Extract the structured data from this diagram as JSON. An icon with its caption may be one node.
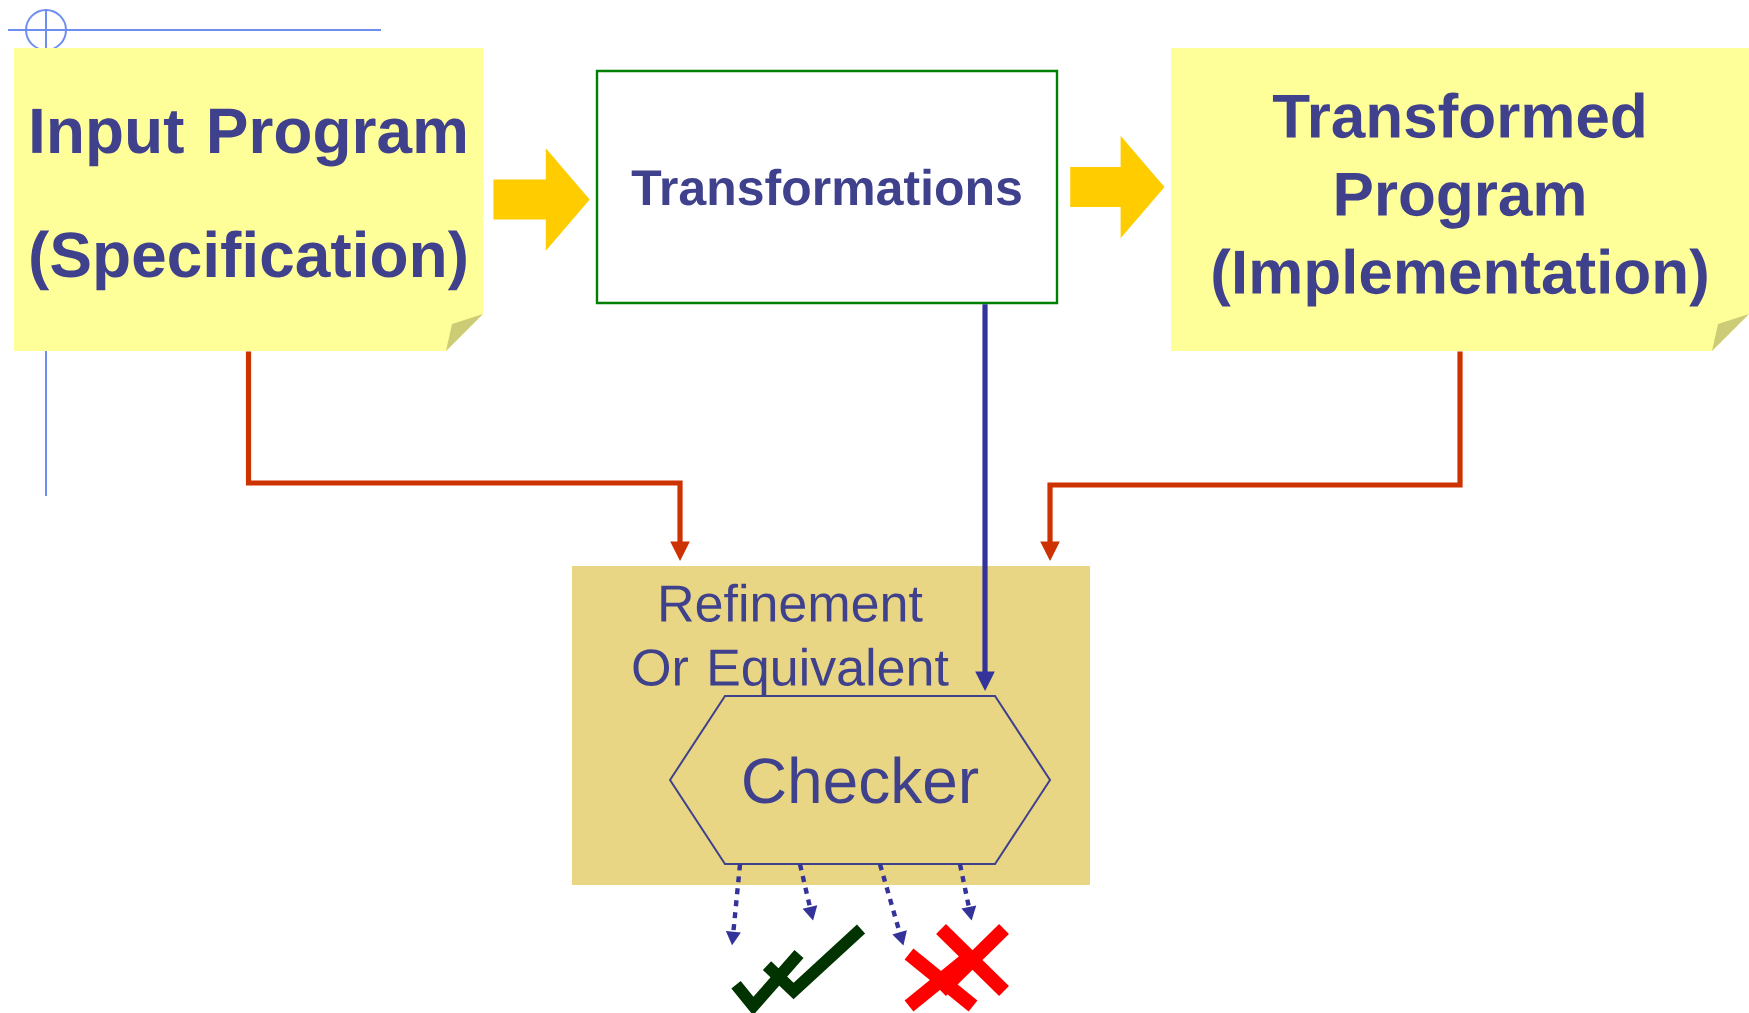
{
  "diagram": {
    "nodes": [
      {
        "text": [
          "Input Program (Specification)"
        ]
      },
      {
        "text": [
          "Transformations"
        ]
      },
      {
        "text": [
          "Transformed Program (Implementation)"
        ]
      },
      {
        "text": [
          "Refinement Or Equivalent"
        ]
      },
      {
        "text": [
          "Checker"
        ],
        "in": 3
      },
      {
        "text": [],
        "shape": "checkmark"
      },
      {
        "text": [],
        "shape": "checkmark"
      },
      {
        "text": [],
        "shape": "cross"
      },
      {
        "text": [],
        "shape": "cross"
      }
    ],
    "edges": [
      {
        "from": 0,
        "to": 1,
        "arrow": "to",
        "style": "thick",
        "color": "#ffcc00"
      },
      {
        "from": 1,
        "to": 2,
        "arrow": "to",
        "style": "thick",
        "color": "#ffcc00"
      },
      {
        "from": 0,
        "to": 3,
        "arrow": "to",
        "color": "#cc3300"
      },
      {
        "from": 2,
        "to": 3,
        "arrow": "to",
        "color": "#cc3300"
      },
      {
        "from": 1,
        "to": 4,
        "arrow": "to"
      },
      {
        "from": 4,
        "to": 5,
        "arrow": "to",
        "style": "dashed"
      },
      {
        "from": 4,
        "to": 6,
        "arrow": "to",
        "style": "dashed"
      },
      {
        "from": 4,
        "to": 7,
        "arrow": "to",
        "style": "dashed"
      },
      {
        "from": 4,
        "to": 8,
        "arrow": "to",
        "style": "dashed"
      }
    ]
  }
}
